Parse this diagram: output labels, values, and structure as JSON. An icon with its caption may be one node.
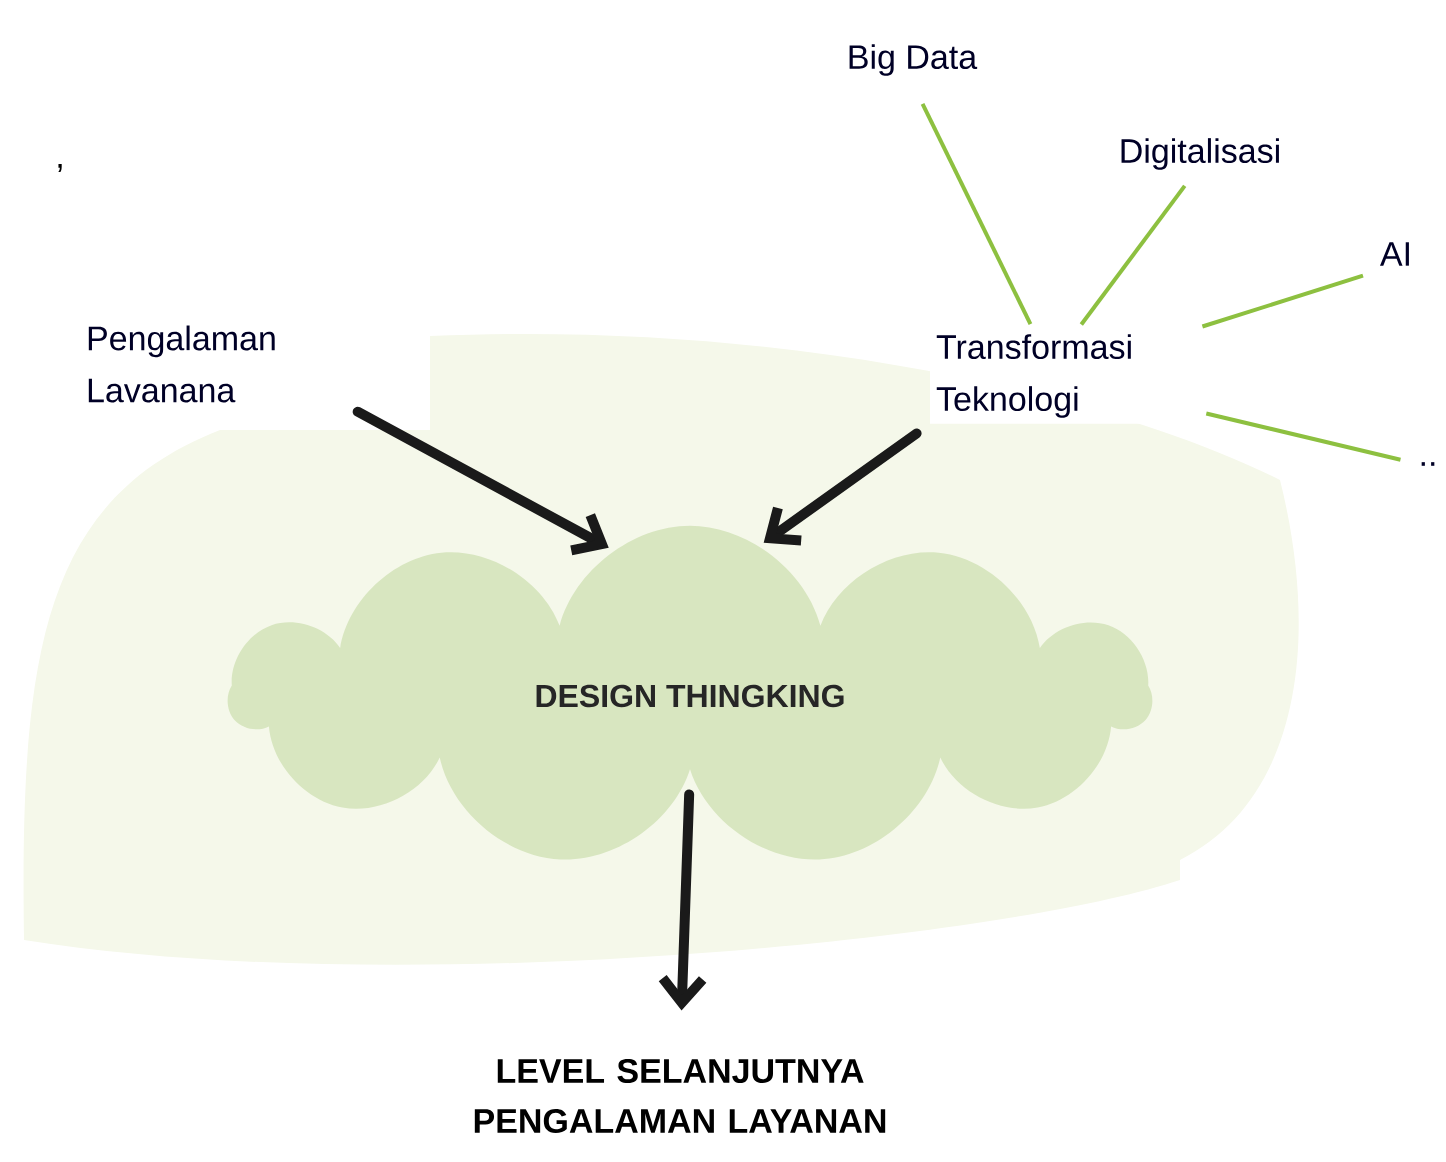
{
  "diagram": {
    "nodes": [
      {
        "text": [
          "Pengalaman Lavanana"
        ]
      },
      {
        "text": [
          "Transformasi Teknologi"
        ]
      },
      {
        "text": [
          "Big Data"
        ]
      },
      {
        "text": [
          "Digitalisasi"
        ]
      },
      {
        "text": [
          "AI"
        ]
      },
      {
        "text": [
          ".."
        ]
      },
      {
        "text": [
          "DESIGN THINGKING"
        ]
      },
      {
        "text": [
          "LEVEL SELANJUTNYA PENGALAMAN LAYANAN"
        ]
      }
    ],
    "edges": [
      {
        "from": 0,
        "to": 6,
        "arrow": "to",
        "style": "thick",
        "color": "#1a1a1a"
      },
      {
        "from": 1,
        "to": 6,
        "arrow": "to",
        "style": "thick",
        "color": "#1a1a1a"
      },
      {
        "from": 1,
        "to": 2,
        "arrow": "none"
      },
      {
        "from": 1,
        "to": 3,
        "arrow": "none"
      },
      {
        "from": 1,
        "to": 4,
        "arrow": "none"
      },
      {
        "from": 1,
        "to": 5,
        "arrow": "none"
      },
      {
        "from": 6,
        "to": 7,
        "arrow": "to",
        "style": "thick",
        "color": "#1a1a1a"
      }
    ],
    "labels": [
      ","
    ]
  }
}
